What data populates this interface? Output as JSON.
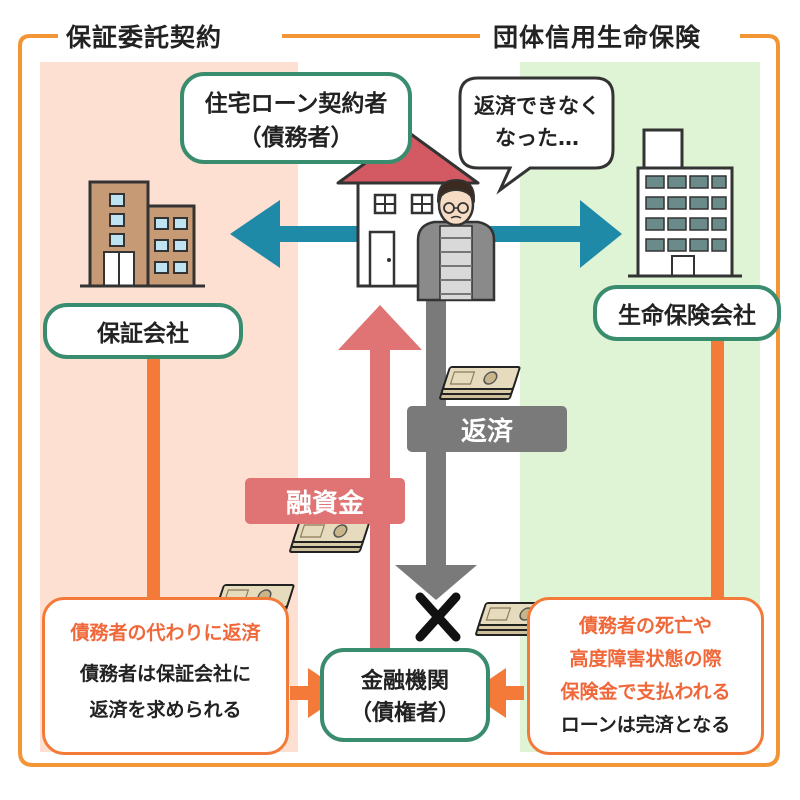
{
  "frame_titles": {
    "left": "保証委託契約",
    "right": "団体信用生命保険"
  },
  "borrower_label": {
    "line1": "住宅ローン契約者",
    "line2": "（債務者）"
  },
  "speech_bubble": {
    "line1": "返済できなく",
    "line2": "なった…"
  },
  "guarantee_company": "保証会社",
  "life_insurance_company": "生命保険会社",
  "repayment_label": "返済",
  "loan_funds_label": "融資金",
  "financial_institution": {
    "line1": "金融機関",
    "line2": "（債権者）"
  },
  "left_box": {
    "heading": "債務者の代わりに返済",
    "line1": "債務者は保証会社に",
    "line2": "返済を求められる"
  },
  "right_box": {
    "line1": "債務者の死亡や",
    "line2": "高度障害状態の際",
    "line3": "保険金で支払われる",
    "line4": "ローンは完済となる"
  },
  "colors": {
    "frame_orange": "#f29535",
    "left_bg": "#fde0d2",
    "right_bg": "#dff3d5",
    "pill_border": "#3a8c6e",
    "blue_arrow": "#1f8aa8",
    "grey_arrow": "#7a7a7a",
    "pink_arrow": "#e07373",
    "orange_line": "#f47a3a",
    "highlight_text": "#f0683a"
  },
  "icons": [
    "house-icon",
    "person-icon",
    "guarantee-company-building-icon",
    "insurance-company-building-icon",
    "cash-bundle-icon",
    "cross-icon"
  ]
}
